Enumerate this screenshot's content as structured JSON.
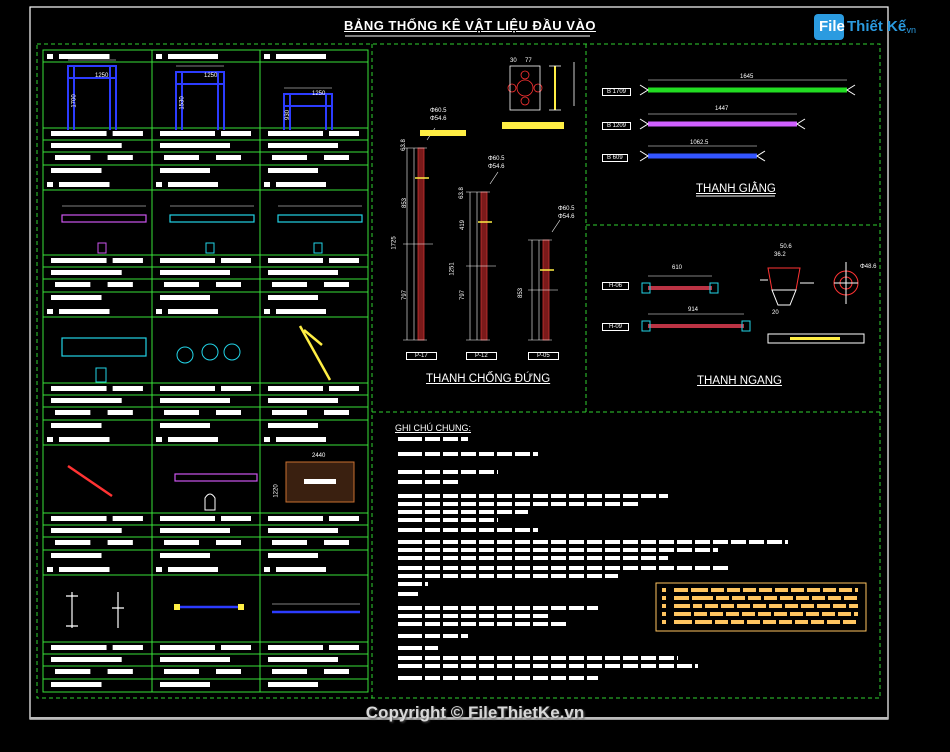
{
  "sheet": {
    "title": "BẢNG THỐNG KÊ VẬT LIỆU ĐẦU VÀO",
    "notes_title": "GHI CHÚ CHUNG:",
    "copyright": "Copyright © FileThietKe.vn"
  },
  "logo": {
    "part1": "File",
    "part2": "Thiết Kế",
    "part3": ".vn"
  },
  "sections": {
    "vertical": "THANH CHỐNG ĐỨNG",
    "bracing": "THANH GIẰNG",
    "horizontal": "THANH NGANG"
  },
  "frames": {
    "dims": [
      "1250",
      "1250",
      "1250"
    ],
    "heights": [
      "1700",
      "1530",
      "930"
    ]
  },
  "posts": [
    {
      "tag": "P-17",
      "height": "1725",
      "upper": "853",
      "lower": "797",
      "top": "63.8",
      "od": "Φ60.5",
      "id": "Φ54.6"
    },
    {
      "tag": "P-12",
      "height": "1251",
      "upper": "419",
      "lower": "797",
      "top": "63.8",
      "od": "Φ60.5",
      "id": "Φ54.6"
    },
    {
      "tag": "P-05",
      "height": "",
      "upper": "",
      "lower": "853",
      "top": "",
      "od": "Φ60.5",
      "id": "Φ54.6"
    }
  ],
  "braces": [
    {
      "tag": "B 1709",
      "length": "1645",
      "color": "#22dd22"
    },
    {
      "tag": "B 1209",
      "length": "1447",
      "color": "#d060ff"
    },
    {
      "tag": "B 609",
      "length": "1062.5",
      "color": "#3355ff"
    }
  ],
  "ledgers": [
    {
      "tag": "H-06",
      "length": "610"
    },
    {
      "tag": "H-09",
      "length": "914"
    }
  ],
  "details": {
    "coupler_dims": [
      "50.6",
      "36.2",
      "20"
    ],
    "pipe_dia": "Φ48.6",
    "plate_dims": [
      "2440",
      "1220"
    ],
    "head_dims": [
      "30",
      "77"
    ]
  },
  "colors": {
    "grid_green": "#39e039",
    "dash_green": "#2fd12f",
    "cyan": "#22d3e6",
    "magenta": "#cc55ee",
    "red": "#ff3333",
    "yellow": "#ffee44",
    "blue": "#2c3cff",
    "note_orange": "#ffc560"
  }
}
